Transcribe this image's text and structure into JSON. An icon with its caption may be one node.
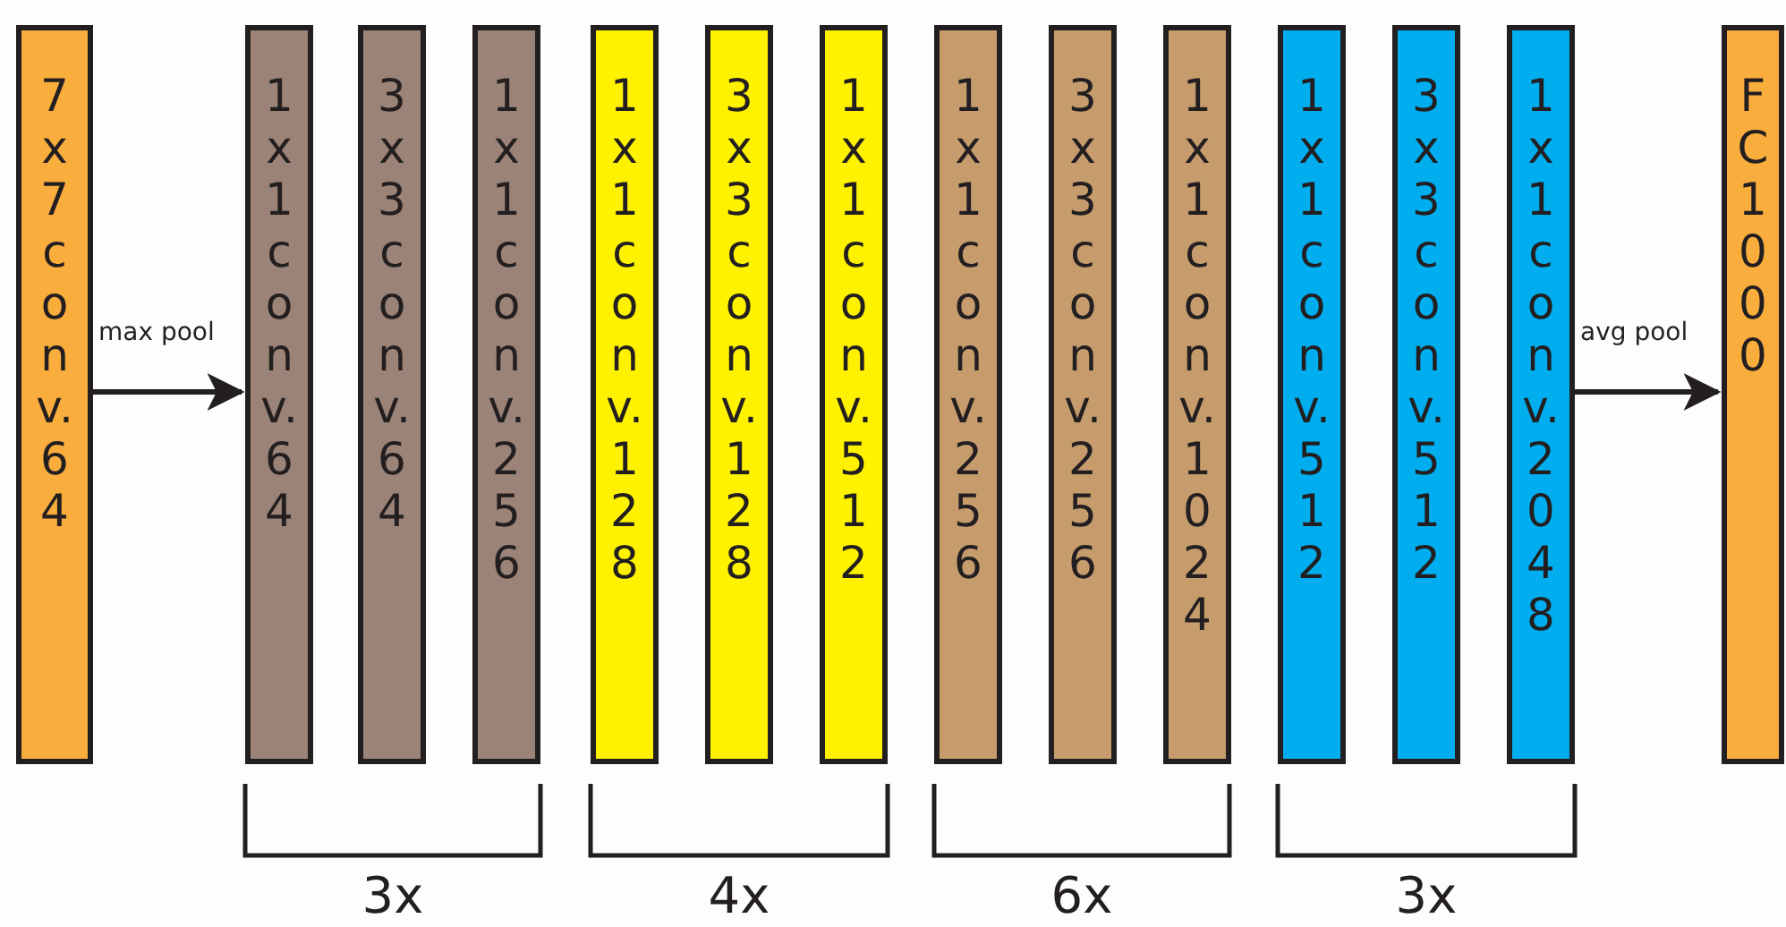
{
  "diagram": {
    "nodes": [
      {
        "text": [
          "7x7 conv.64"
        ]
      },
      {
        "text": [
          "1x1 conv.64"
        ]
      },
      {
        "text": [
          "3x3 conv.64"
        ]
      },
      {
        "text": [
          "1x1 conv.256"
        ]
      },
      {
        "text": [
          "1x1 conv.128"
        ]
      },
      {
        "text": [
          "3x3 conv.128"
        ]
      },
      {
        "text": [
          "1x1 conv.512"
        ]
      },
      {
        "text": [
          "1x1 conv.256"
        ]
      },
      {
        "text": [
          "3x3 conv.256"
        ]
      },
      {
        "text": [
          "1x1 conv.1024"
        ]
      },
      {
        "text": [
          "1x1 conv.512"
        ]
      },
      {
        "text": [
          "3x3 conv.512"
        ]
      },
      {
        "text": [
          "1x1 conv.2048"
        ]
      },
      {
        "text": [
          "FC 1000"
        ]
      }
    ],
    "edges": [
      {
        "from": 0,
        "to": 1,
        "arrow": "to",
        "label": "max pool"
      },
      {
        "from": 12,
        "to": 13,
        "arrow": "to",
        "label": "avg pool"
      }
    ],
    "labels": [
      "3x",
      "4x",
      "6x",
      "3x"
    ]
  }
}
